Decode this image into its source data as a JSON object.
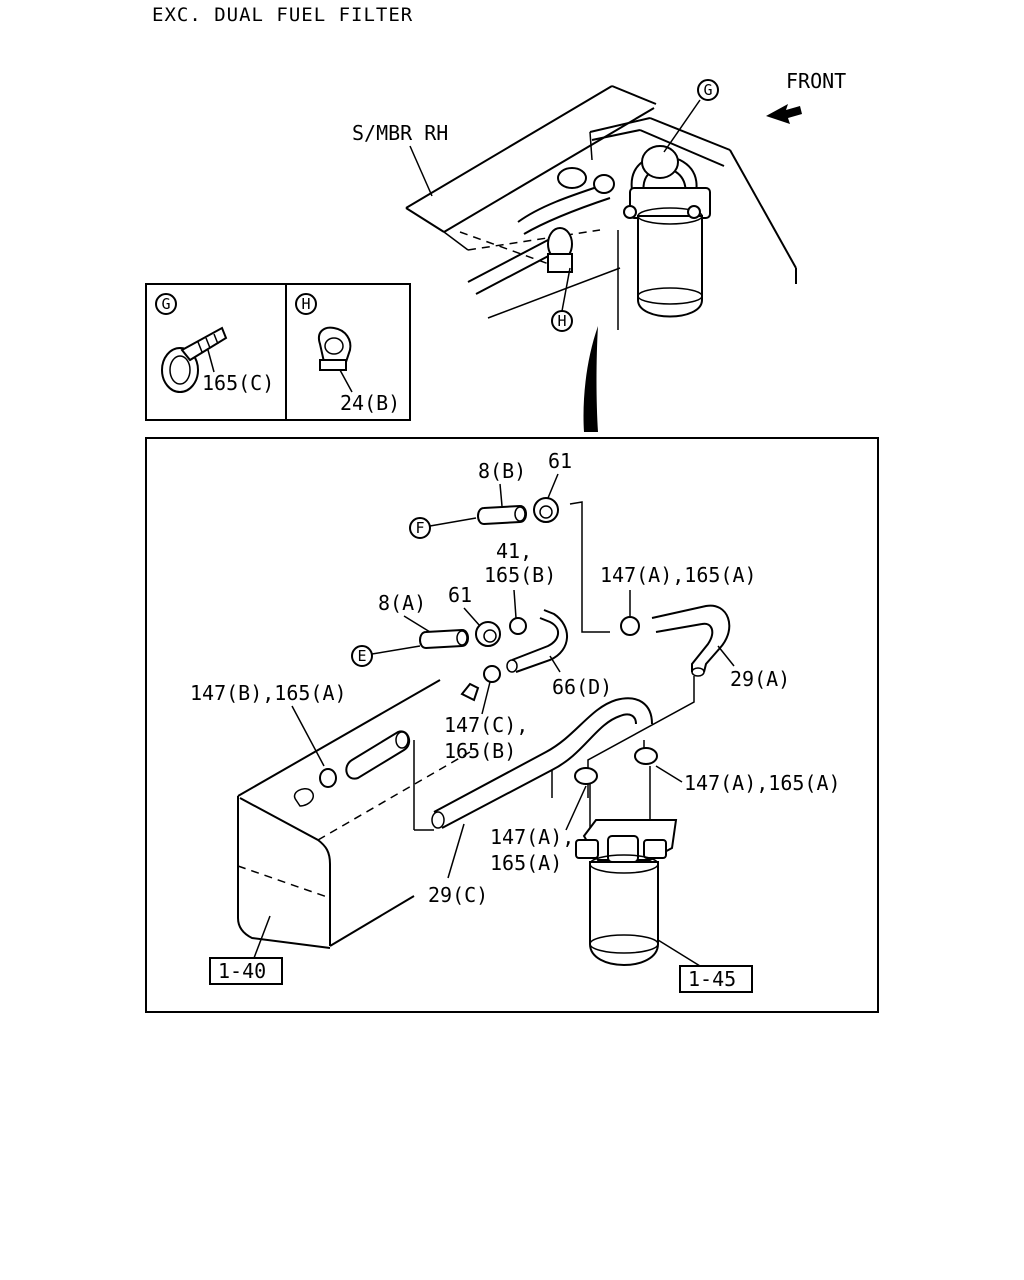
{
  "title": "EXC. DUAL FUEL FILTER",
  "upper": {
    "front_label": "FRONT",
    "frame_label": "S/MBR RH",
    "callout_g": "G",
    "callout_h": "H"
  },
  "details": {
    "g": {
      "marker": "G",
      "part": "165(C)"
    },
    "h": {
      "marker": "H",
      "part": "24(B)"
    }
  },
  "main": {
    "labels": {
      "p8b": "8(B)",
      "p61_top": "61",
      "p41": "41,",
      "p165b_top": "165(B)",
      "p147a_165a_top": "147(A),165(A)",
      "p8a": "8(A)",
      "p61_mid": "61",
      "p66d": "66(D)",
      "p29a": "29(A)",
      "p147b_165a": "147(B),165(A)",
      "p147c": "147(C),",
      "p165b_mid": "165(B)",
      "p147a_165a_right": "147(A),165(A)",
      "p147a_low": "147(A),",
      "p165a_low": "165(A)",
      "p29c": "29(C)"
    },
    "connectors": {
      "f": "F",
      "e": "E"
    },
    "refs": {
      "tank": "1-40",
      "filter": "1-45"
    }
  }
}
